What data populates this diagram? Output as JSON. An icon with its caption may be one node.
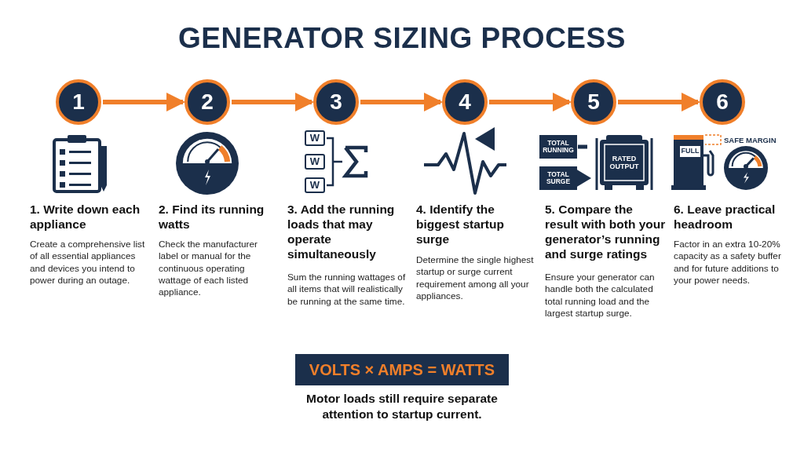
{
  "diagram": {
    "title": "GENERATOR SIZING PROCESS",
    "nodes": [
      {
        "text": [
          "1"
        ],
        "beside": [
          "1. Write down each appliance",
          "Create a comprehensive list of all essential appliances and devices you intend to power during an outage."
        ]
      },
      {
        "text": [
          "2"
        ],
        "beside": [
          "2. Find its running watts",
          "Check the manufacturer label or manual for the continuous operating wattage of each listed appliance."
        ]
      },
      {
        "text": [
          "3"
        ],
        "beside": [
          "3. Add the running loads that may operate simultaneously",
          "Sum the running wattages of all items that will realistically be running at the same time."
        ]
      },
      {
        "text": [
          "4"
        ],
        "beside": [
          "4. Identify the biggest startup surge",
          "Determine the single highest startup or surge current requirement among all your appliances."
        ]
      },
      {
        "text": [
          "5"
        ],
        "beside": [
          "5. Compare the result with both your generator’s running and surge ratings",
          "Ensure your generator can handle both the calculated total running load and the largest startup surge."
        ]
      },
      {
        "text": [
          "6"
        ],
        "beside": [
          "6. Leave practical headroom",
          "Factor in an extra 10-20% capacity as a safety buffer and for future additions to your power needs."
        ]
      },
      {
        "text": [
          "VOLTS × AMPS = WATTS"
        ]
      }
    ],
    "edges": [
      {
        "from": 0,
        "to": 1,
        "arrow": "to"
      },
      {
        "from": 1,
        "to": 2,
        "arrow": "to"
      },
      {
        "from": 2,
        "to": 3,
        "arrow": "to"
      },
      {
        "from": 3,
        "to": 4,
        "arrow": "to"
      },
      {
        "from": 4,
        "to": 5,
        "arrow": "to"
      }
    ],
    "labels": [
      "W",
      "W",
      "W",
      "TOTAL RUNNING",
      "TOTAL SURGE",
      "RATED OUTPUT",
      "FULL",
      "SAFE MARGIN",
      "Motor loads still require separate attention to startup current."
    ]
  }
}
